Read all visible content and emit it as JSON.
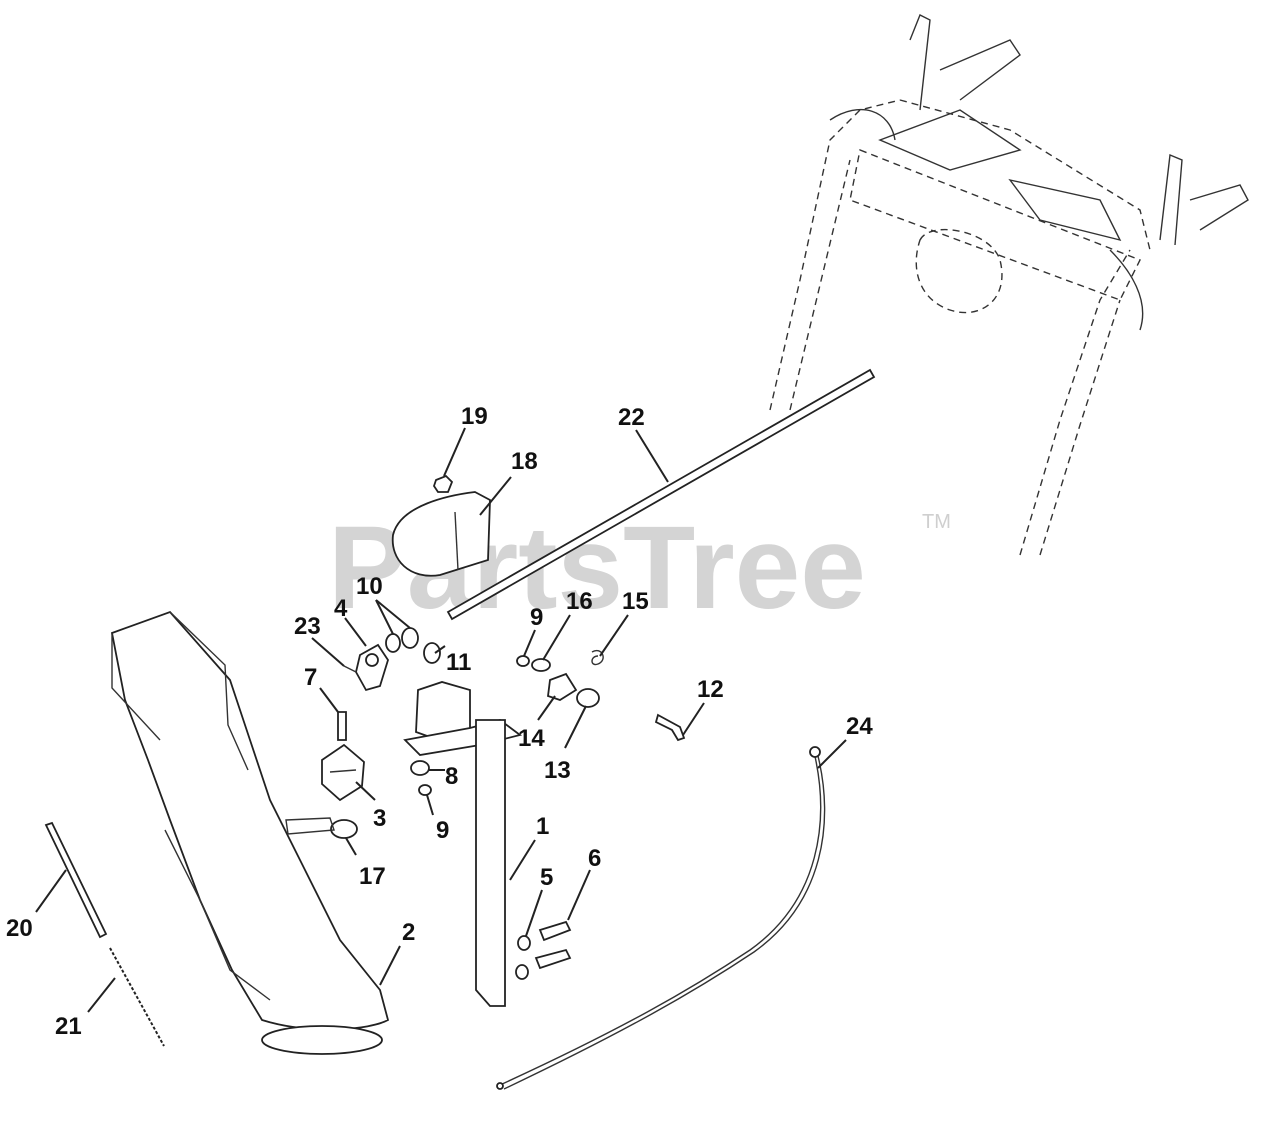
{
  "watermark": {
    "text": "PartsTree",
    "tm": "TM"
  },
  "labels": [
    "19",
    "18",
    "22",
    "10",
    "4",
    "23",
    "11",
    "9",
    "16",
    "15",
    "7",
    "12",
    "14",
    "13",
    "8",
    "3",
    "9",
    "24",
    "1",
    "17",
    "6",
    "5",
    "20",
    "2",
    "21"
  ]
}
